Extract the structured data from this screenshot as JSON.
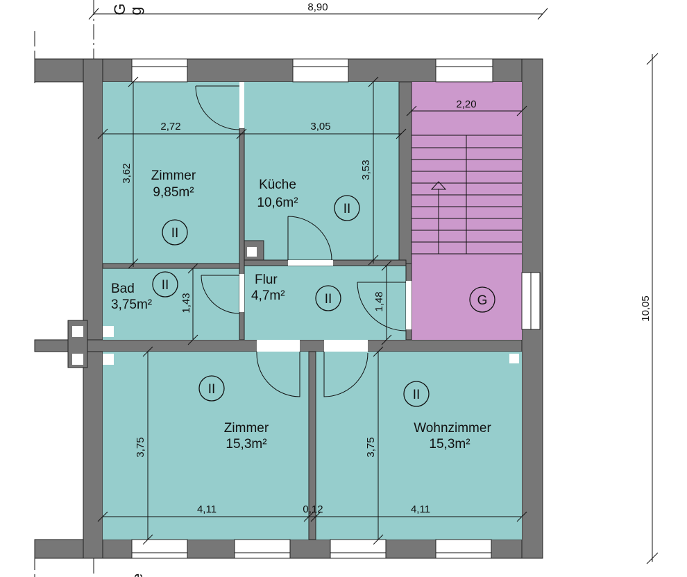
{
  "colors": {
    "wall": "#777777",
    "room": "#96cdcc",
    "stairwell": "#cc99cc"
  },
  "edge_labels": {
    "top_a": "G",
    "top_b": "g",
    "bottom_a": "e"
  },
  "overall_dimensions": {
    "width": "8,90",
    "height": "10,05"
  },
  "rooms": [
    {
      "name": "Zimmer",
      "area": "9,85m²",
      "marker": "II"
    },
    {
      "name": "Küche",
      "area": "10,6m²",
      "marker": "II"
    },
    {
      "name": "Bad",
      "area": "3,75m²",
      "marker": "II"
    },
    {
      "name": "Flur",
      "area": "4,7m²",
      "marker": "II"
    },
    {
      "name": "Zimmer",
      "area": "15,3m²",
      "marker": "II"
    },
    {
      "name": "Wohnzimmer",
      "area": "15,3m²",
      "marker": "II"
    }
  ],
  "stairwell": {
    "marker": "G",
    "width": "2,20"
  },
  "dimensions": {
    "zimmer_top_width": "2,72",
    "zimmer_top_depth": "3,62",
    "kueche_width": "3,05",
    "kueche_depth": "3,53",
    "bad_depth": "1,43",
    "flur_depth": "1,48",
    "zimmer_bottom_depth": "3,75",
    "wohnzimmer_depth": "3,75",
    "zimmer_bottom_width": "4,11",
    "partition_wall": "0,12",
    "wohnzimmer_width": "4,11"
  }
}
